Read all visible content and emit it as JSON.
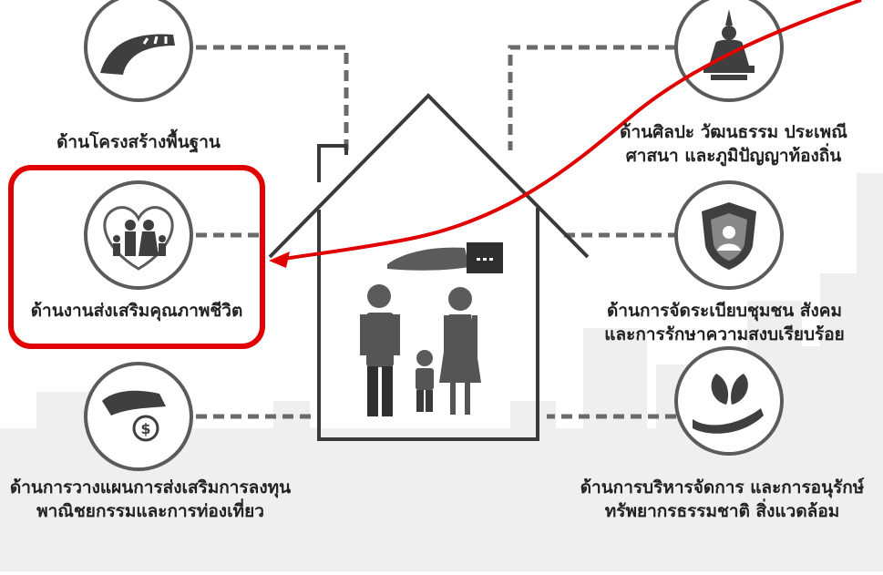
{
  "colors": {
    "icon_gray": "#5b5b5b",
    "icon_dark": "#3a3a3a",
    "line_gray": "#6a6a6a",
    "highlight_red": "#e00000",
    "skyline": "#ececec"
  },
  "topics": {
    "infrastructure": {
      "icon": "road-icon",
      "lines": [
        "ด้านโครงสร้างพื้นฐาน"
      ]
    },
    "quality_of_life": {
      "icon": "family-heart-icon",
      "lines": [
        "ด้านงานส่งเสริมคุณภาพชีวิต"
      ]
    },
    "investment": {
      "icon": "hand-coin-icon",
      "lines": [
        "ด้านการวางแผนการส่งเสริมการลงทุน",
        "พาณิชยกรรมและการท่องเที่ยว"
      ]
    },
    "culture": {
      "icon": "buddha-icon",
      "lines": [
        "ด้านศิลปะ วัฒนธรรม ประเพณี",
        "ศาสนา และภูมิปัญญาท้องถิ่น"
      ]
    },
    "community_order": {
      "icon": "shield-person-icon",
      "lines": [
        "ด้านการจัดระเบียบชุมชน สังคม",
        "และการรักษาความสงบเรียบร้อย"
      ]
    },
    "environment": {
      "icon": "hand-leaf-icon",
      "lines": [
        "ด้านการบริหารจัดการ และการอนุรักษ์",
        "ทรัพยากรธรรมชาติ สิ่งแวดล้อม"
      ]
    }
  }
}
